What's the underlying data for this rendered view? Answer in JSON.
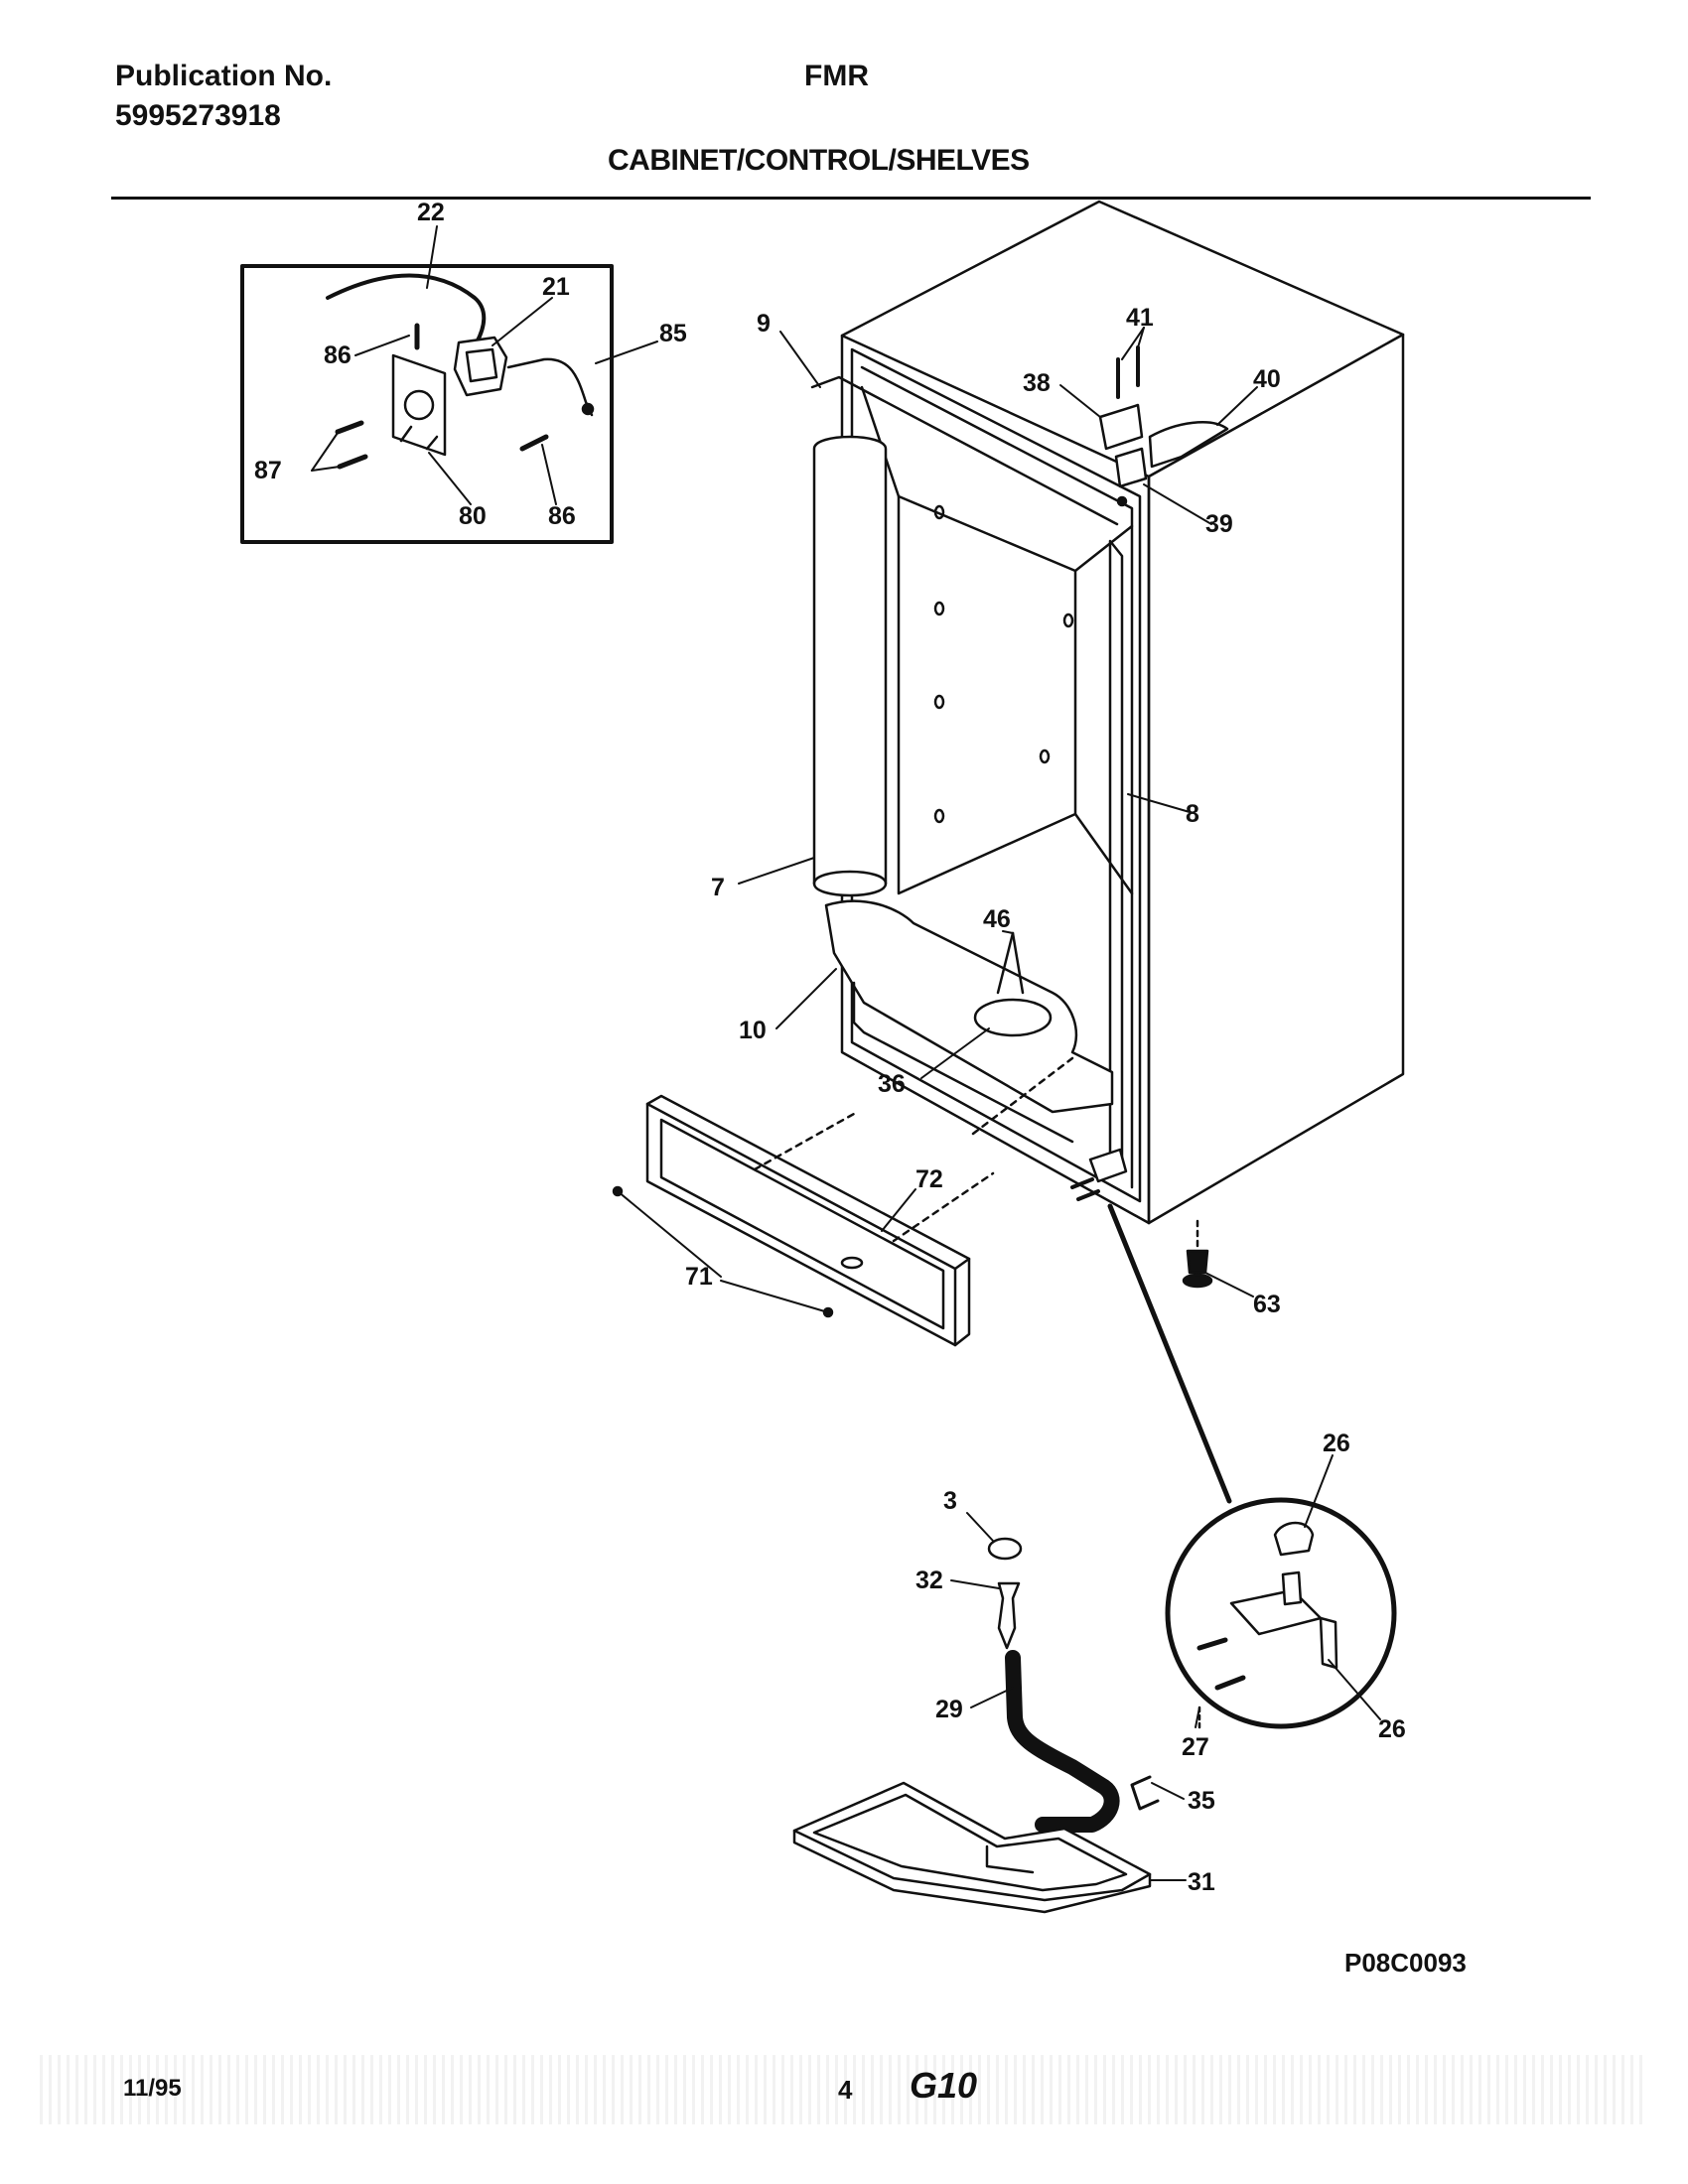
{
  "header": {
    "publication_label": "Publication No.",
    "publication_number": "5995273918",
    "model": "FMR",
    "section_title": "CABINET/CONTROL/SHELVES"
  },
  "callouts": {
    "c22": "22",
    "c21": "21",
    "c85": "85",
    "c86a": "86",
    "c87": "87",
    "c80": "80",
    "c86b": "86",
    "c9": "9",
    "c41": "41",
    "c38": "38",
    "c40": "40",
    "c39": "39",
    "c8": "8",
    "c7": "7",
    "c46": "46",
    "c10": "10",
    "c36": "36",
    "c72": "72",
    "c71": "71",
    "c63": "63",
    "c26a": "26",
    "c3": "3",
    "c32": "32",
    "c29": "29",
    "c26b": "26",
    "c27": "27",
    "c35": "35",
    "c31": "31"
  },
  "diagram_code": "P08C0093",
  "footer": {
    "date": "11/95",
    "page": "4",
    "code": "G10"
  }
}
